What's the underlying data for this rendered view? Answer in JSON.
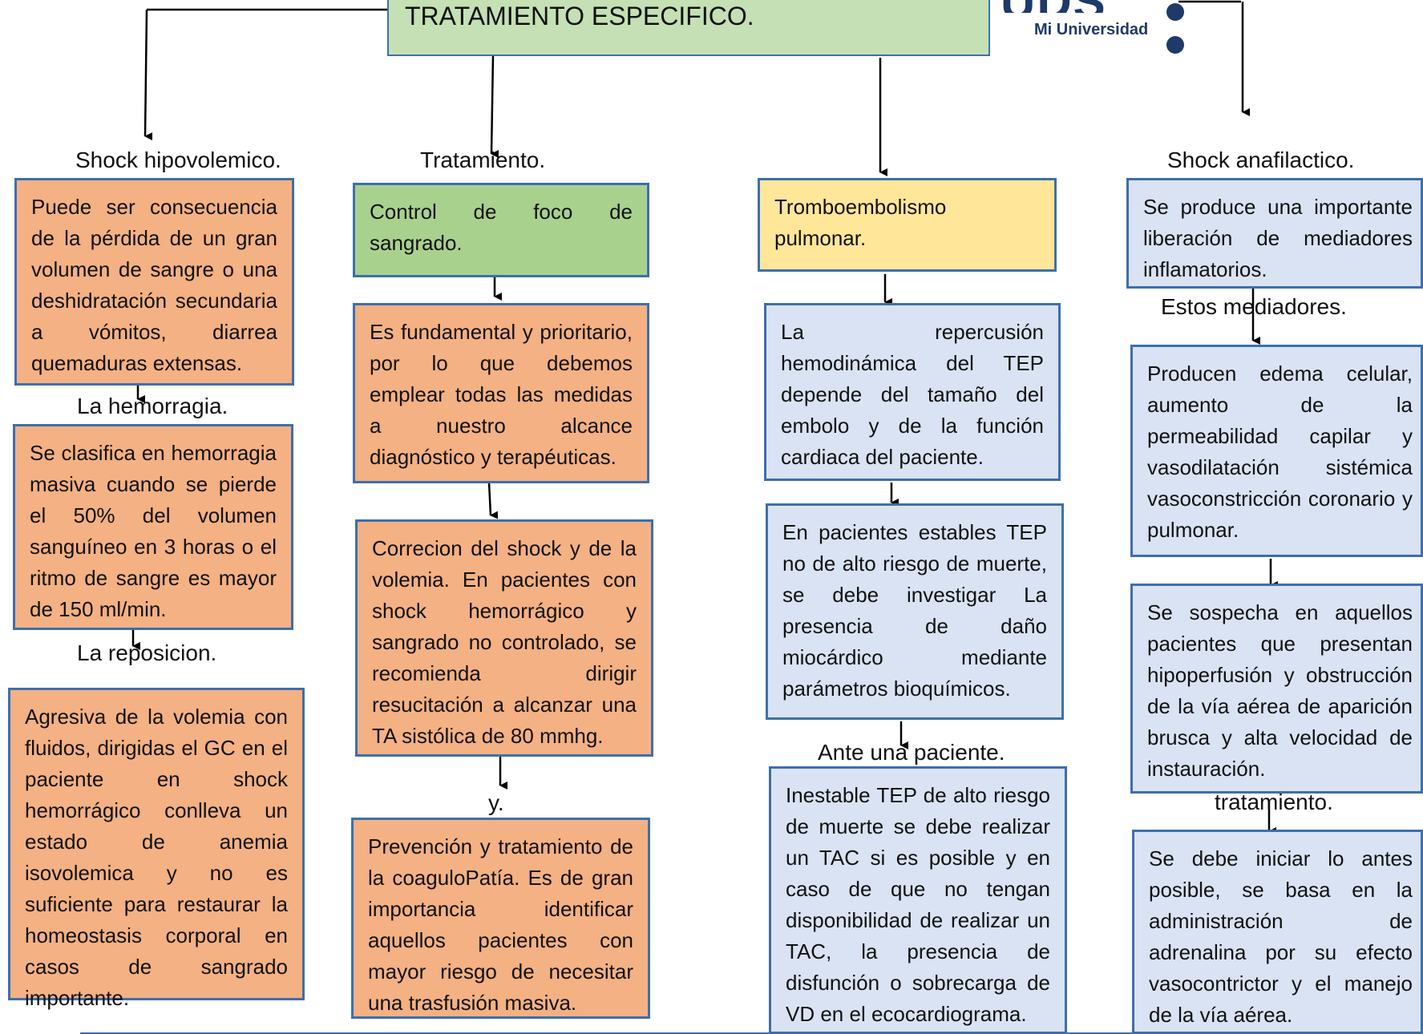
{
  "title": "TRATAMIENTO ESPECIFICO.",
  "logo": {
    "partial_text": "UDS",
    "subtitle": "Mi Universidad"
  },
  "col1": {
    "heading": "Shock hipovolemico.",
    "box1": "Puede ser consecuencia de la pérdida de un gran volumen de sangre o una deshidratación secundaria a vómitos, diarrea quemaduras extensas.",
    "label2": "La hemorragia.",
    "box2": "Se clasifica en hemorragia masiva cuando se pierde el 50% del volumen sanguíneo en 3 horas o el ritmo de sangre es mayor de 150 ml/min.",
    "label3": "La reposicion.",
    "box3": "Agresiva de la volemia con fluidos, dirigidas el GC en el paciente en shock hemorrágico conlleva un estado de anemia isovolemica y no es suficiente para restaurar la homeostasis corporal en casos de sangrado importante."
  },
  "col2": {
    "heading": "Tratamiento.",
    "box1": "Control de foco de sangrado.",
    "box2": "Es fundamental y prioritario, por lo que debemos emplear todas las medidas a nuestro alcance diagnóstico y terapéuticas.",
    "box3": "Correcion del shock y de la volemia. En pacientes con shock hemorrágico y sangrado no controlado, se recomienda dirigir resucitación a alcanzar una TA sistólica de 80 mmhg.",
    "label4": "y.",
    "box4": "Prevención y tratamiento de la coaguloPatía. Es de gran importancia identificar aquellos pacientes con mayor riesgo de necesitar una trasfusión masiva."
  },
  "col3": {
    "box1": "Tromboembolismo pulmonar.",
    "box2": "La repercusión hemodinámica del TEP depende del tamaño del embolo y de la función cardiaca del paciente.",
    "box3": "En pacientes estables TEP no de alto riesgo de muerte, se debe investigar La presencia de daño miocárdico mediante parámetros bioquímicos.",
    "label4": "Ante una paciente.",
    "box4": "Inestable TEP de alto riesgo de muerte se debe realizar un TAC si es posible y en caso de que no tengan disponibilidad de realizar un TAC, la presencia de disfunción o sobrecarga de VD en el ecocardiograma."
  },
  "col4": {
    "heading": "Shock anafilactico.",
    "box1": "Se produce una importante liberación de mediadores inflamatorios.",
    "label2": "Estos mediadores.",
    "box2": "Producen edema celular, aumento de la permeabilidad capilar y vasodilatación sistémica vasoconstricción coronario y pulmonar.",
    "box3": "Se sospecha en aquellos pacientes que presentan hipoperfusión y obstrucción de la vía aérea de aparición brusca y alta velocidad de instauración.",
    "label4": "tratamiento.",
    "box4": "Se debe iniciar lo antes posible, se basa en la administración de adrenalina por su efecto vasocontrictor y el manejo de la vía aérea."
  }
}
